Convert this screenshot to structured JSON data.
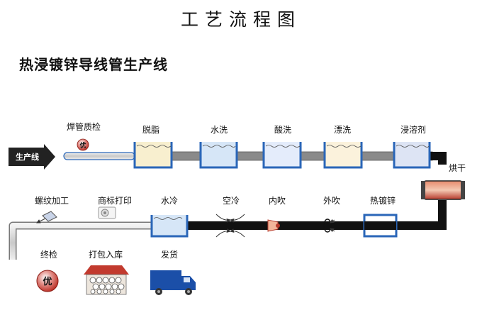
{
  "title": "工艺流程图",
  "subtitle": "热浸镀锌导线管生产线",
  "start_label": "生产线",
  "steps_top": [
    {
      "label": "焊管质检"
    },
    {
      "label": "脱脂"
    },
    {
      "label": "水洗"
    },
    {
      "label": "酸洗"
    },
    {
      "label": "漂洗"
    },
    {
      "label": "浸溶剂"
    }
  ],
  "dry_label": "烘干",
  "steps_bottom": [
    {
      "label": "螺纹加工"
    },
    {
      "label": "商标打印"
    },
    {
      "label": "水冷"
    },
    {
      "label": "空冷"
    },
    {
      "label": "内吹"
    },
    {
      "label": "外吹"
    },
    {
      "label": "热镀锌"
    }
  ],
  "steps_final": [
    {
      "label": "终检"
    },
    {
      "label": "打包入库"
    },
    {
      "label": "发货"
    }
  ],
  "badge_text": "优",
  "colors": {
    "pipe": "#111111",
    "tank_border": "#2a66b8",
    "tank_rinse": "#d6e6f7",
    "tank_degrease": "#f8efcf",
    "tank_acid": "#e4ecfb",
    "tank_bleach": "#fbf2dc",
    "tank_flux": "#dde4f4",
    "badge": "#c0322a",
    "oven": "#b63a2c",
    "truck": "#1b4fa8"
  }
}
